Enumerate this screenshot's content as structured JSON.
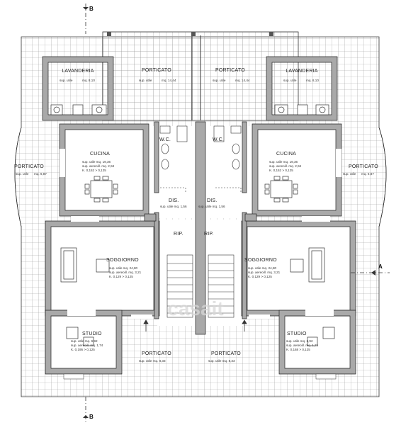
{
  "rooms": {
    "lavanderia_l": {
      "name": "LAVANDERIA",
      "area_label": "sup. utile",
      "area_value": "mq. 8,10"
    },
    "lavanderia_r": {
      "name": "LAVANDERIA",
      "area_label": "sup. utile",
      "area_value": "mq. 8,10"
    },
    "porticato_top_l": {
      "name": "PORTICATO",
      "area_label": "sup. utile",
      "area_value": "mq. 14,44"
    },
    "porticato_top_r": {
      "name": "PORTICATO",
      "area_label": "sup. utile",
      "area_value": "mq. 14,44"
    },
    "porticato_side_l": {
      "name": "PORTICATO",
      "area_label": "sup. utile",
      "area_value": "mq. 6,87"
    },
    "porticato_side_r": {
      "name": "PORTICATO",
      "area_label": "sup. utile",
      "area_value": "mq. 6,87"
    },
    "cucina_l": {
      "name": "CUCINA",
      "l1": "sup. utile mq. 19,36",
      "l2": "sup. aereoill. mq. 2,94",
      "l3": "K. 0,152 > 0,125"
    },
    "cucina_r": {
      "name": "CUCINA",
      "l1": "sup. utile mq. 19,36",
      "l2": "sup. aereoill. mq. 2,94",
      "l3": "K. 0,152 > 0,125"
    },
    "wc_l": {
      "name": "W.C."
    },
    "wc_r": {
      "name": "W.C."
    },
    "dis_l": {
      "name": "DIS.",
      "area": "sup. utile mq. 1,56"
    },
    "dis_r": {
      "name": "DIS.",
      "area": "sup. utile mq. 1,56"
    },
    "rip_l": {
      "name": "RIP."
    },
    "rip_r": {
      "name": "RIP."
    },
    "soggiorno_l": {
      "name": "SOGGIORNO",
      "l1": "sup. utile mq. 24,80",
      "l2": "sup. aereoill. mq. 3,21",
      "l3": "K. 0,129 > 0,125"
    },
    "soggiorno_r": {
      "name": "SOGGIORNO",
      "l1": "sup. utile mq. 24,80",
      "l2": "sup. aereoill. mq. 3,21",
      "l3": "K. 0,129 > 0,125"
    },
    "studio_l": {
      "name": "STUDIO",
      "l1": "sup. utile mq. 6,92",
      "l2": "sup. aereoill. mq. 1,74",
      "l3": "K. 0,195 > 0,125"
    },
    "studio_r": {
      "name": "STUDIO",
      "l1": "sup. utile mq. 6,92",
      "l2": "sup. aereoill. mq. 1,74",
      "l3": "K. 0,168 > 0,125"
    },
    "porticato_bot_l": {
      "name": "PORTICATO",
      "area": "sup. utile mq. 8,33"
    },
    "porticato_bot_r": {
      "name": "PORTICATO",
      "area": "sup. utile mq. 8,33"
    }
  },
  "section_marks": {
    "b_top": "B",
    "b_bottom": "B",
    "a_right": "A"
  },
  "watermark": "casait",
  "colors": {
    "wall": "#a9a9a9",
    "wall_edge": "#222222",
    "line": "#333333",
    "paving": "#9a9a9a",
    "paper": "#ffffff"
  }
}
